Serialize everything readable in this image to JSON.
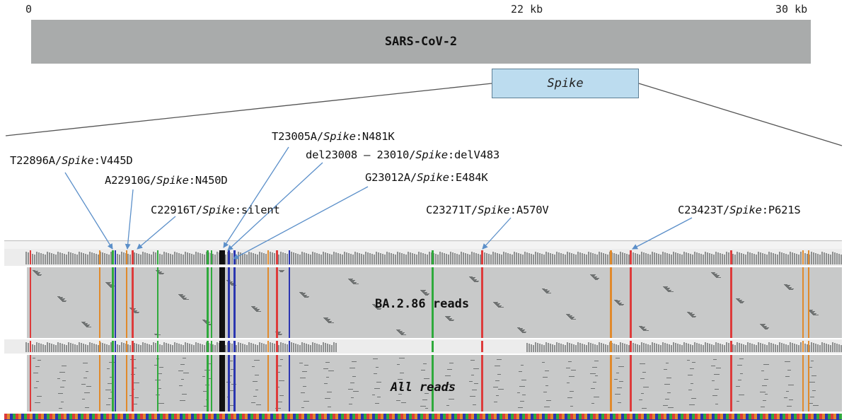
{
  "genome": {
    "name": "SARS-CoV-2",
    "scale_start": "0",
    "scale_mid": "22 kb",
    "scale_end": "30 kb"
  },
  "gene": {
    "name": "Spike"
  },
  "annotations": [
    {
      "id": "v445d",
      "prefix": "T22896A/",
      "gene": "Spike",
      "suffix": ":V445D"
    },
    {
      "id": "n450d",
      "prefix": "A22910G/",
      "gene": "Spike",
      "suffix": ":N450D"
    },
    {
      "id": "silent",
      "prefix": "C22916T/",
      "gene": "Spike",
      "suffix": ":silent"
    },
    {
      "id": "n481k",
      "prefix": "T23005A/",
      "gene": "Spike",
      "suffix": ":N481K"
    },
    {
      "id": "delv483",
      "prefix": "del23008 – 23010/",
      "gene": "Spike",
      "suffix": ":delV483"
    },
    {
      "id": "e484k",
      "prefix": "G23012A/",
      "gene": "Spike",
      "suffix": ":E484K"
    },
    {
      "id": "a570v",
      "prefix": "C23271T/",
      "gene": "Spike",
      "suffix": ":A570V"
    },
    {
      "id": "p621s",
      "prefix": "C23423T/",
      "gene": "Spike",
      "suffix": ":P621S"
    }
  ],
  "tracks": {
    "upper_label": "BA.2.86 reads",
    "lower_label": "All reads"
  },
  "colors": {
    "genome_bar": "#a9abab",
    "spike_box": "#bcdcef",
    "arrow": "#5b8fc9",
    "variant_T": "#dd3b3b",
    "variant_G": "#e08a2c",
    "variant_A": "#2faa3c",
    "variant_C": "#2b36b0"
  }
}
